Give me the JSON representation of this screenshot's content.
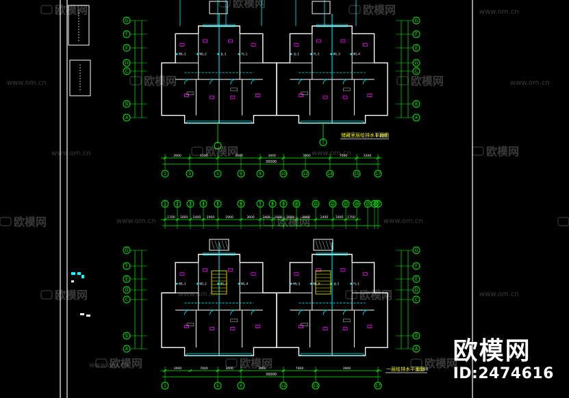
{
  "colors": {
    "background": "#000000",
    "wall": "#ffffff",
    "dimension": "#00ff00",
    "pipe": "#00ffff",
    "fixture": "#ff00ff",
    "label": "#ffff00",
    "watermark": "rgba(255,255,255,0.22)"
  },
  "drawings": [
    {
      "id": "basement",
      "title": "储藏室层给排水平面图",
      "scale": "1:100",
      "total_dimension": "30000",
      "segments": [
        "3900",
        "3300",
        "7000",
        "3400",
        "3900",
        "7000",
        "3300",
        "3900"
      ],
      "axis_numbers": [
        "1",
        "3",
        "5",
        "6",
        "8",
        "10",
        "12",
        "14",
        "15",
        "17"
      ],
      "row_axes": [
        "G",
        "F",
        "E",
        "D",
        "C",
        "B",
        "A"
      ],
      "riser_labels": [
        "WL-1",
        "WL-2",
        "JL-1",
        "FL-1",
        "WL-3",
        "WL-4"
      ]
    },
    {
      "id": "ground",
      "title": "一层给排水平面图",
      "scale": "1:100",
      "total_dimension": "30000",
      "top_segments": [
        "1700",
        "1600",
        "2400",
        "2900",
        "2900",
        "3600",
        "2400",
        "2400",
        "3600",
        "2900",
        "2400",
        "1600",
        "1700"
      ],
      "bottom_segments": [
        "3900",
        "7000",
        "3400",
        "3900",
        "7000",
        "3900"
      ],
      "axis_numbers": [
        "1",
        "2",
        "3",
        "4",
        "5",
        "6",
        "7",
        "8",
        "9",
        "10",
        "11",
        "12",
        "13",
        "14",
        "15",
        "16",
        "17"
      ],
      "row_axes": [
        "G",
        "F",
        "E",
        "D",
        "C",
        "B",
        "A"
      ],
      "riser_labels": [
        "WL-1",
        "WL-2",
        "WL-3",
        "WL-4",
        "WL-5",
        "WL-6",
        "JL-1",
        "FL-1"
      ]
    }
  ],
  "watermark": {
    "brand": "欧模网",
    "url": "www.om.cn"
  },
  "badge": {
    "logo": "欧模网",
    "id_text": "ID:2474616"
  }
}
